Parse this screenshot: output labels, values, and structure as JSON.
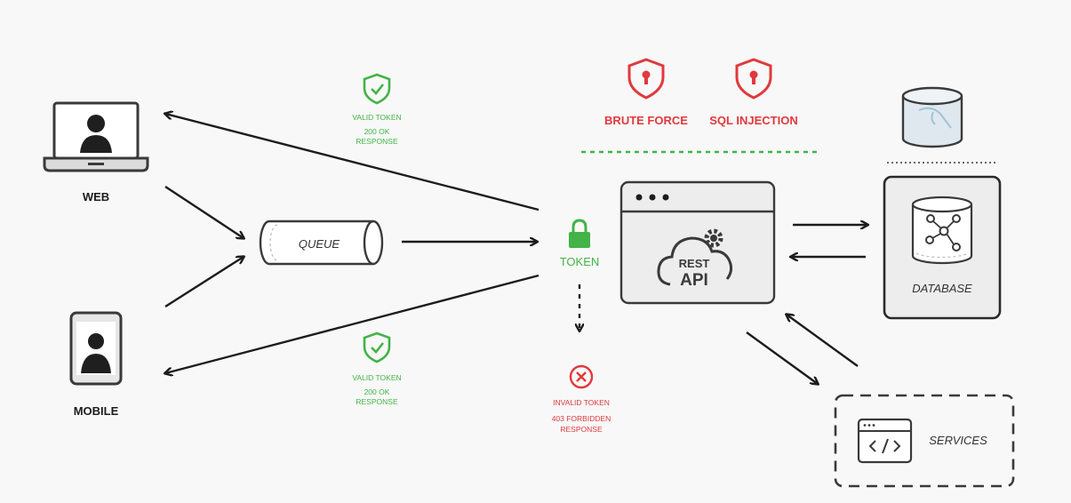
{
  "clients": {
    "web": {
      "label": "WEB",
      "icon": "laptop-user-icon"
    },
    "mobile": {
      "label": "MOBILE",
      "icon": "tablet-user-icon"
    }
  },
  "queue": {
    "label": "QUEUE",
    "icon": "queue-cylinder-icon"
  },
  "token": {
    "label": "TOKEN",
    "icon": "lock-icon"
  },
  "valid_top": {
    "title": "VALID TOKEN",
    "line2": "200 OK",
    "line3": "RESPONSE",
    "icon": "shield-check-icon"
  },
  "valid_bottom": {
    "title": "VALID TOKEN",
    "line2": "200 OK",
    "line3": "RESPONSE",
    "icon": "shield-check-icon"
  },
  "invalid": {
    "title": "INVALID TOKEN",
    "line2": "403 FORBIDDEN",
    "line3": "RESPONSE",
    "icon": "x-circle-icon"
  },
  "threats": [
    {
      "label": "BRUTE FORCE",
      "icon": "shield-keyhole-icon"
    },
    {
      "label": "SQL INJECTION",
      "icon": "shield-keyhole-icon"
    }
  ],
  "api": {
    "line1": "REST",
    "line2": "API",
    "icon": "cloud-gear-icon"
  },
  "database": {
    "label": "DATABASE",
    "icon": "database-icon"
  },
  "mysql": {
    "icon": "mysql-dolphin-icon"
  },
  "services": {
    "label": "SERVICES",
    "icon": "code-window-icon"
  },
  "colors": {
    "green": "#43b347",
    "red": "#e0393e",
    "dark": "#1c1c1c"
  }
}
